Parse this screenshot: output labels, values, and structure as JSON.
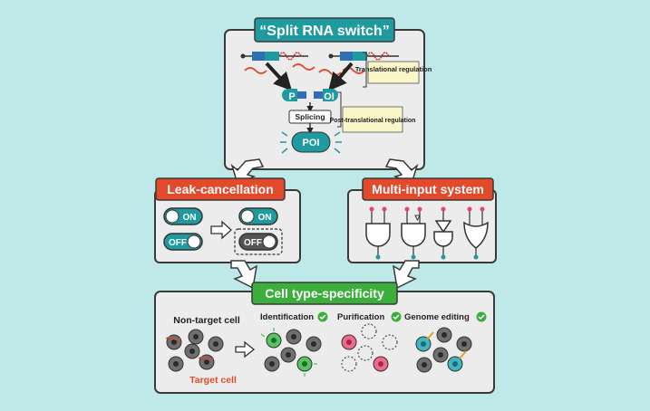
{
  "header": {
    "title": "“Split RNA switch”",
    "translational": "Translational regulation",
    "post_translational": "Post-translational regulation",
    "splicing": "Splicing",
    "poi": "POI",
    "frag_left": "P",
    "frag_right": "OI"
  },
  "leak_box": {
    "title": "Leak-cancellation",
    "switch_on": "ON",
    "switch_off": "OFF",
    "result_on": "ON",
    "result_off": "OFF"
  },
  "multi_box": {
    "title": "Multi-input system"
  },
  "cell_box": {
    "title": "Cell type-specificity",
    "non_target": "Non-target cell",
    "target": "Target cell",
    "identification": "Identification",
    "purification": "Purification",
    "genome_editing": "Genome editing"
  },
  "colors": {
    "background": "#bfe8e8",
    "teal": "#1f9aa0",
    "red_orange": "#e24a2b",
    "green": "#3cae3c",
    "panel": "#ececec",
    "panel_border": "#3a3a3a",
    "note_yellow": "#fbf6c8",
    "pink": "#f06a8e",
    "green_cell": "#57c463"
  }
}
